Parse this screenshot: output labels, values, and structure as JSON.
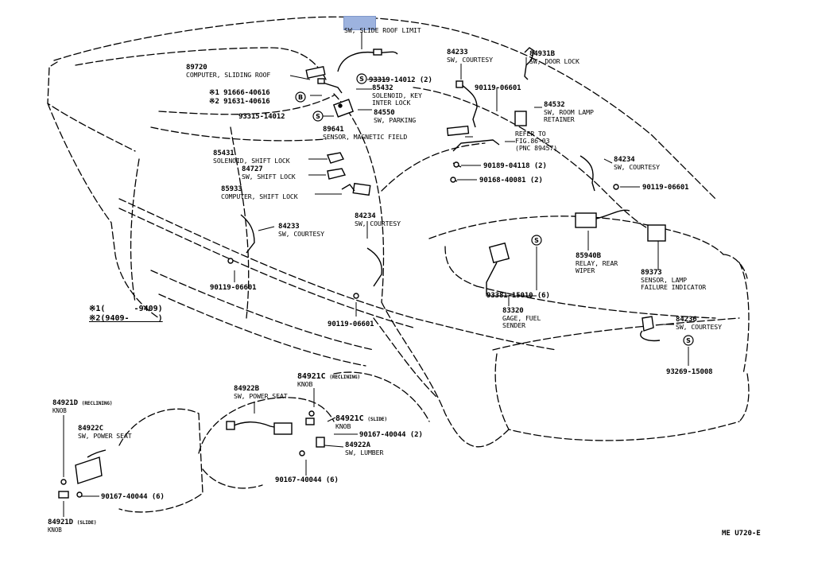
{
  "diagram_code": "ME U720-E",
  "notes": [
    {
      "mark": "※1",
      "range": "(      -9409)"
    },
    {
      "mark": "※2",
      "range": "(9409-      )"
    }
  ],
  "labels": {
    "sw_slide_roof": {
      "name": "SW, SLIDE ROOF LIMIT"
    },
    "p84233_top": {
      "pn": "84233",
      "name": "SW, COURTESY"
    },
    "p84931B": {
      "pn": "84931B",
      "name": "SW, DOOR LOCK"
    },
    "p89720": {
      "pn": "89720",
      "name": "COMPUTER, SLIDING ROOF"
    },
    "p93319": {
      "pn": "93319-14012 (2)"
    },
    "p85432": {
      "pn": "85432",
      "name": "SOLENOID, KEY",
      "name2": "INTER LOCK"
    },
    "p91666": {
      "pn": "※1 91666-40616"
    },
    "p91631": {
      "pn": "※2 91631-40616"
    },
    "p90119_a": {
      "pn": "90119-06601"
    },
    "p84532": {
      "pn": "84532",
      "name": "SW, ROOM LAMP",
      "name2": "RETAINER"
    },
    "p93315": {
      "pn": "93315-14012"
    },
    "p84550": {
      "pn": "84550",
      "name": "SW, PARKING"
    },
    "p89641": {
      "pn": "89641",
      "name": "SENSOR, MAGNETIC FIELD"
    },
    "refer": {
      "l1": "REFER TO",
      "l2": "FIG.86-03",
      "l3": "(PNC 89457)"
    },
    "p85431": {
      "pn": "85431",
      "name": "SOLENOID, SHIFT LOCK"
    },
    "p84727": {
      "pn": "84727",
      "name": "SW, SHIFT LOCK"
    },
    "p90189": {
      "pn": "90189-04118 (2)"
    },
    "p90168": {
      "pn": "90168-40081 (2)"
    },
    "p84234_r": {
      "pn": "84234",
      "name": "SW, COURTESY"
    },
    "p90119_r": {
      "pn": "90119-06601"
    },
    "p85933": {
      "pn": "85933",
      "name": "COMPUTER, SHIFT LOCK"
    },
    "p84234_m": {
      "pn": "84234",
      "name": "SW, COURTESY"
    },
    "p84233_l": {
      "pn": "84233",
      "name": "SW, COURTESY"
    },
    "p85940B": {
      "pn": "85940B",
      "name": "RELAY, REAR",
      "name2": "WIPER"
    },
    "p89373": {
      "pn": "89373",
      "name": "SENSOR, LAMP",
      "name2": "FAILURE INDICATOR"
    },
    "p90119_l": {
      "pn": "90119-06601"
    },
    "p93381": {
      "pn": "93381-15010 (6)"
    },
    "p83320": {
      "pn": "83320",
      "name": "GAGE, FUEL",
      "name2": "SENDER"
    },
    "p90119_m": {
      "pn": "90119-06601"
    },
    "p84236": {
      "pn": "84236",
      "name": "SW, COURTESY"
    },
    "p93269": {
      "pn": "93269-15008"
    },
    "p84922B": {
      "pn": "84922B",
      "name": "SW, POWER SEAT"
    },
    "p84921C_r": {
      "pn": "84921C",
      "tag": "(RECLINING)",
      "name": "KNOB"
    },
    "p84921D_r": {
      "pn": "84921D",
      "tag": "(RECLINING)",
      "name": "KNOB"
    },
    "p84921C_s": {
      "pn": "84921C",
      "tag": "(SLIDE)",
      "name": "KNOB"
    },
    "p84922C": {
      "pn": "84922C",
      "name": "SW, POWER SEAT"
    },
    "p90167_a": {
      "pn": "90167-40044 (2)"
    },
    "p84922A": {
      "pn": "84922A",
      "name": "SW, LUMBER"
    },
    "p90167_b": {
      "pn": "90167-40044 (6)"
    },
    "p90167_c": {
      "pn": "90167-40044 (6)"
    },
    "p84921D_s": {
      "pn": "84921D",
      "tag": "(SLIDE)",
      "name": "KNOB"
    }
  }
}
